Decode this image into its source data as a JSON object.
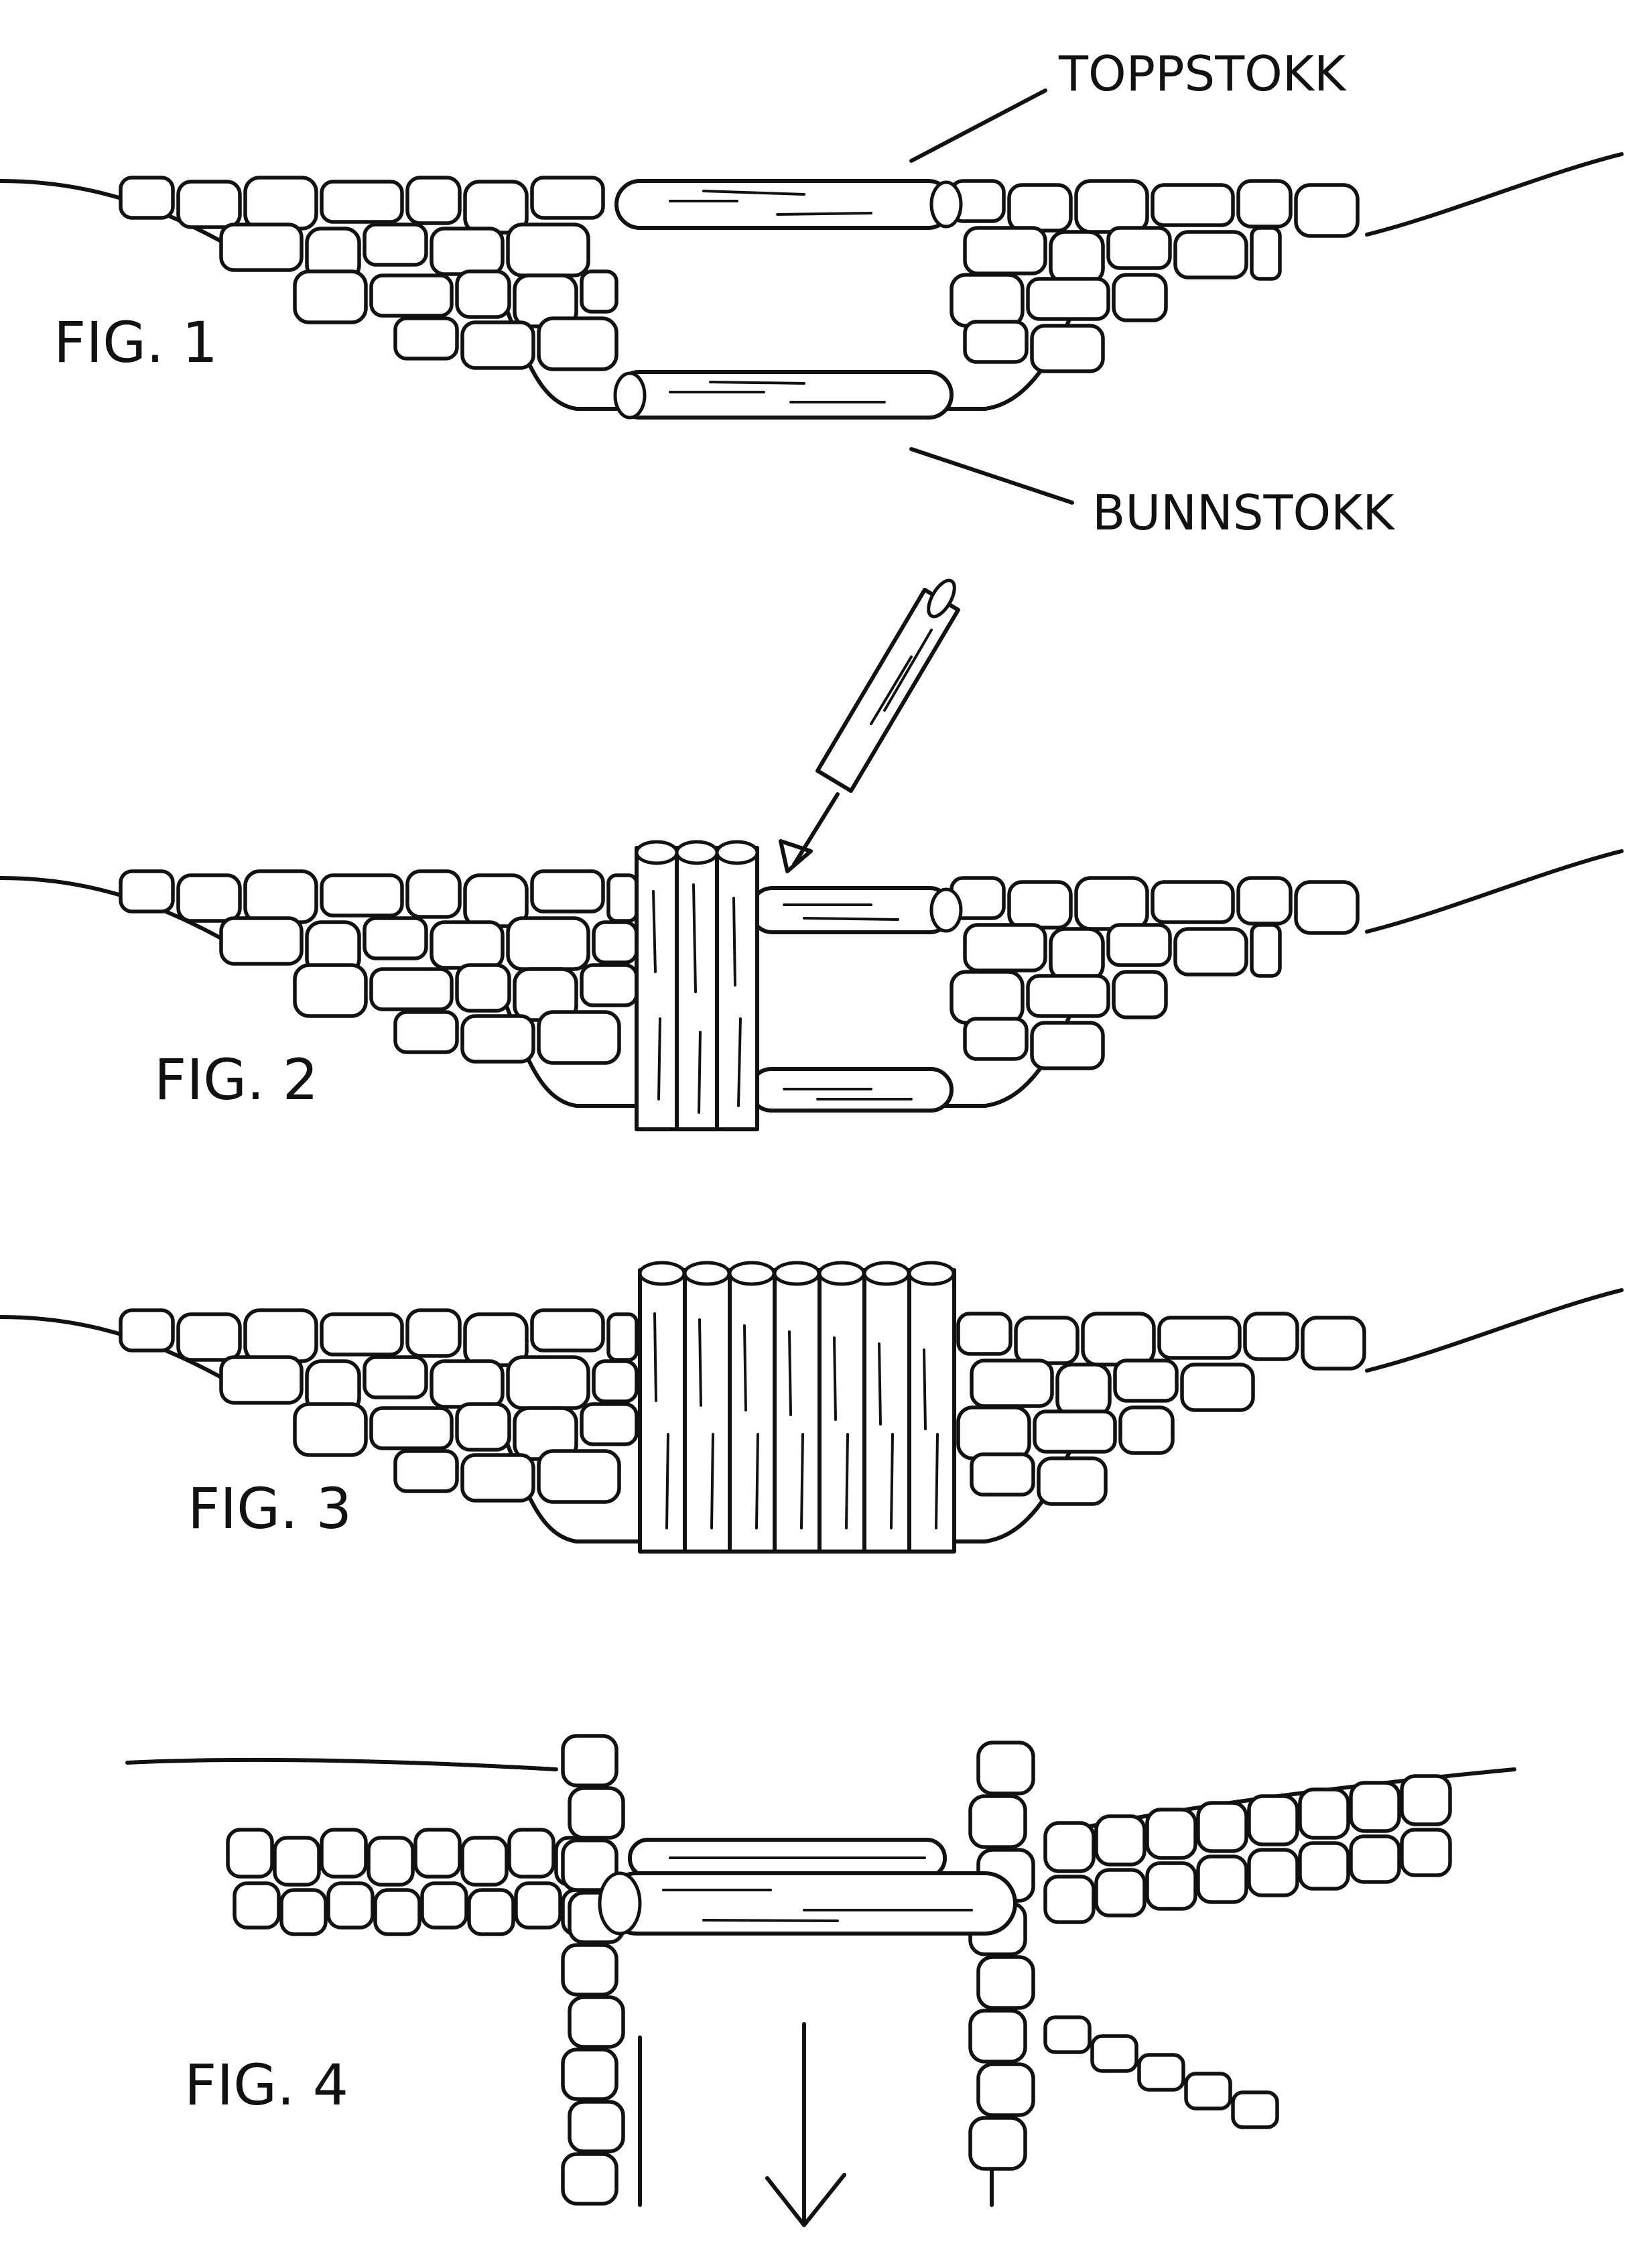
{
  "figures": [
    {
      "label": "FIG. 1"
    },
    {
      "label": "FIG. 2"
    },
    {
      "label": "FIG. 3"
    },
    {
      "label": "FIG. 4"
    }
  ],
  "callouts": {
    "top_log": "TOPPSTOKK",
    "bottom_log": "BUNNSTOKK"
  }
}
